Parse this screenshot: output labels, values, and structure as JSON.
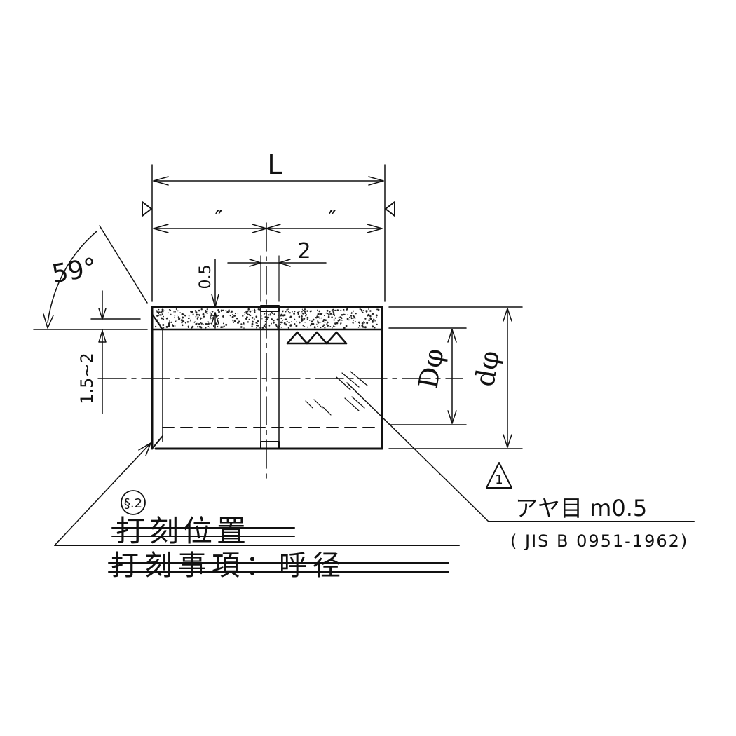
{
  "dims": {
    "length": "L",
    "half_left": "″",
    "half_right": "″",
    "slot_width": "2",
    "slot_depth": "0.5",
    "angle": "59°",
    "chamfer": "1.5~2",
    "inner_dia": "Dφ",
    "outer_dia": "dφ"
  },
  "notes": {
    "knurl_rev": "1",
    "knurl_spec": "アヤ目 m0.5",
    "knurl_std": "( JIS B 0951-1962)",
    "revision_mark": "§.2",
    "struck_line_1": "打刻位置",
    "struck_line_2": "打刻事項：呼径"
  },
  "colors": {
    "ink": "#111111",
    "paper": "#ffffff"
  }
}
